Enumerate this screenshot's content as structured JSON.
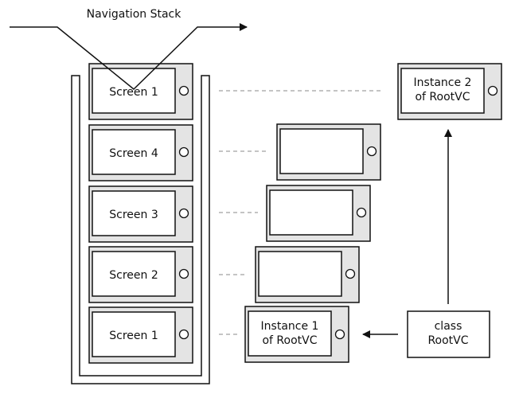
{
  "title": "Navigation Stack",
  "stack_screens": [
    "Screen 1",
    "Screen 4",
    "Screen 3",
    "Screen 2",
    "Screen 1"
  ],
  "instance_top": [
    "Instance 2",
    "of RootVC"
  ],
  "instance_bottom": [
    "Instance 1",
    "of RootVC"
  ],
  "class_box": [
    "class",
    "RootVC"
  ],
  "colors": {
    "phone": "#e4e4e4",
    "stroke": "#111111",
    "dash": "#888888"
  }
}
